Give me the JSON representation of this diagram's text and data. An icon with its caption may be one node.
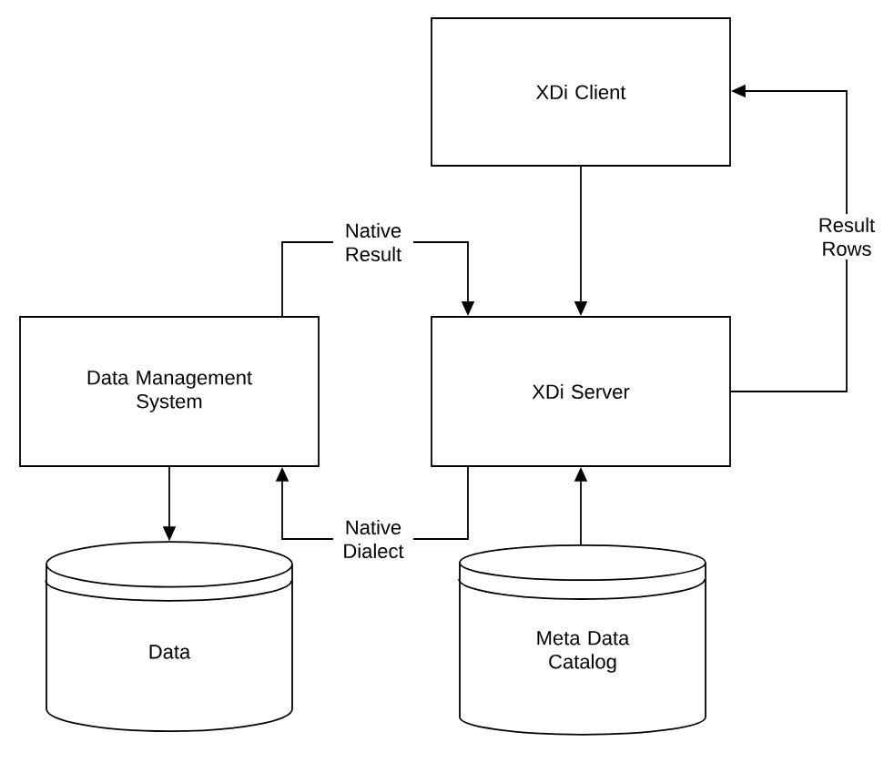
{
  "diagram": {
    "nodes": [
      {
        "text": [
          "XDi Client"
        ]
      },
      {
        "text": [
          "Data Management System"
        ]
      },
      {
        "text": [
          "XDi Server"
        ]
      },
      {
        "text": [
          "Data"
        ]
      },
      {
        "text": [
          "Meta Data Catalog"
        ]
      }
    ],
    "edges": [
      {
        "from": 0,
        "to": 2,
        "arrow": "to"
      },
      {
        "from": 2,
        "to": 0,
        "arrow": "to",
        "label": "Result Rows"
      },
      {
        "from": 1,
        "to": 2,
        "arrow": "to",
        "label": "Native Result"
      },
      {
        "from": 2,
        "to": 1,
        "arrow": "to",
        "label": "Native Dialect"
      },
      {
        "from": 1,
        "to": 3,
        "arrow": "to"
      },
      {
        "from": 4,
        "to": 2,
        "arrow": "to"
      }
    ]
  }
}
